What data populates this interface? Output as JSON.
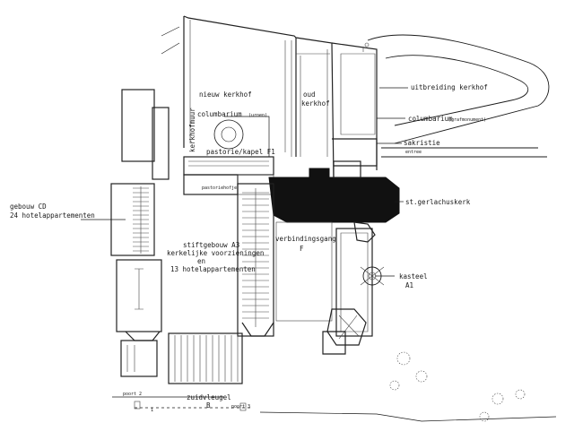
{
  "labels": {
    "nieuw_kerkhof": "nieuw kerkhof",
    "oud_kerkhof_1": "oud",
    "oud_kerkhof_2": "kerkhof",
    "uitbreiding_kerkhof": "uitbreiding kerkhof",
    "columbarium_urnen": "columbarium",
    "columbarium_urnen_note": "(urnen)",
    "columbarium_grafmonument": "columbarium",
    "columbarium_grafmonument_note": "(grafmonument)",
    "kerkhofmuur": "kerkhofmuur",
    "pastorie_kapel": "pastorie/kapel F1",
    "sakristie": "sakristie",
    "entree": "entree",
    "st_gerlachuskerk": "st.gerlachuskerk",
    "gebouw_cd_1": "gebouw CD",
    "gebouw_cd_2": "24 hotelappartementen",
    "pastoriehofje": "pastoriehofje",
    "stiftgebouw_1": "stiftgebouw A3",
    "stiftgebouw_2": "kerkelijke voorzieningen",
    "stiftgebouw_3": "en",
    "stiftgebouw_4": "13 hotelappartementen",
    "verbindingsgang_1": "verbindingsgang",
    "verbindingsgang_2": "F",
    "kasteel_1": "kasteel",
    "kasteel_2": "A1",
    "zuidvleugel_1": "zuidvleugel",
    "zuidvleugel_2": "B",
    "poort_2": "poort 2",
    "poort_3": "poort 3",
    "poort_1": "1"
  },
  "colors": {
    "ink": "#1a1a1a",
    "paper": "#ffffff",
    "church_fill": "#111111"
  }
}
